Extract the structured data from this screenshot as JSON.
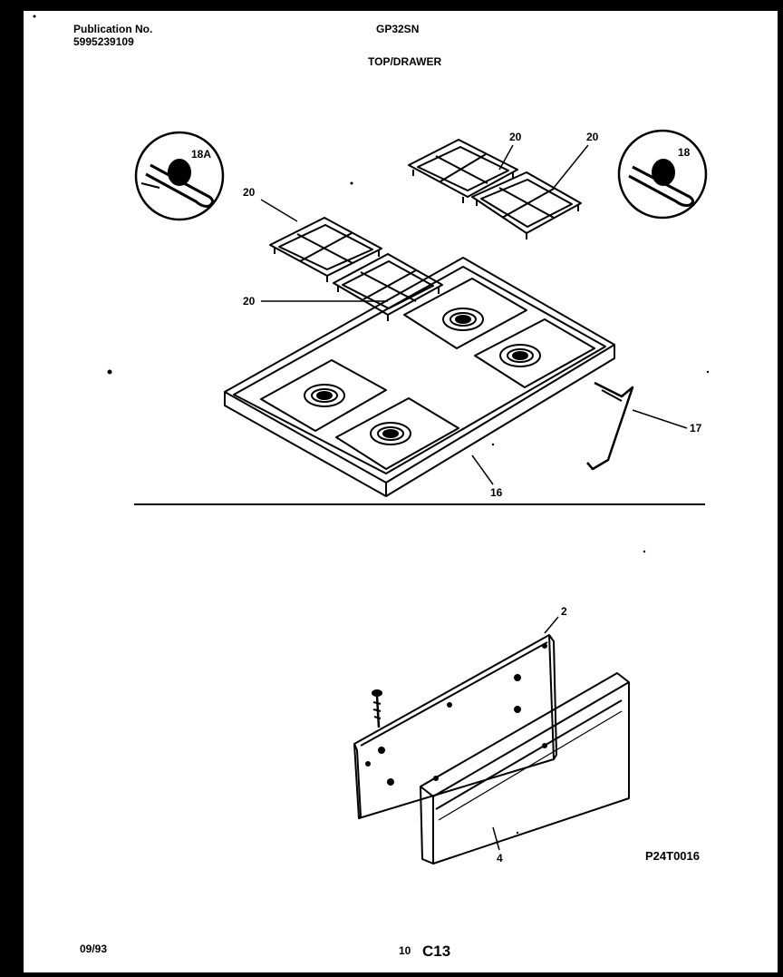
{
  "header": {
    "publication_label": "Publication No.",
    "publication_number": "5995239109",
    "model": "GP32SN",
    "section": "TOP/DRAWER"
  },
  "callouts": {
    "burner_head_left": "18A",
    "burner_head_right": "18",
    "grate_top_left": "20",
    "grate_mid_left": "20",
    "grate_top_right_a": "20",
    "grate_top_right_b": "20",
    "wire": "17",
    "cooktop": "16",
    "drawer_liner": "2",
    "drawer_front": "4"
  },
  "diagram_id": "P24T0016",
  "footer": {
    "date": "09/93",
    "page": "10",
    "code": "C13"
  }
}
